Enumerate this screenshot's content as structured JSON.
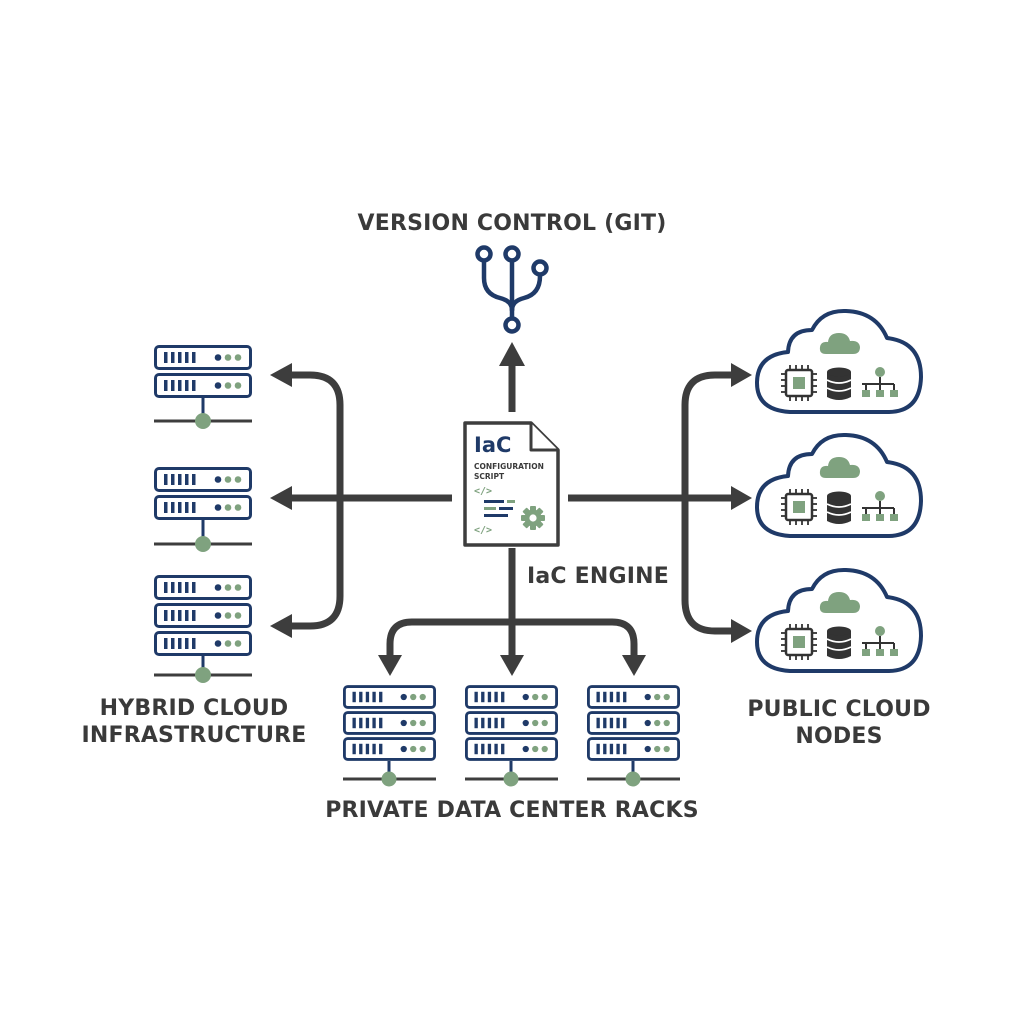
{
  "labels": {
    "version_control": "VERSION CONTROL (GIT)",
    "iac_engine": "IaC ENGINE",
    "hybrid_line1": "HYBRID CLOUD",
    "hybrid_line2": "INFRASTRUCTURE",
    "public_line1": "PUBLIC CLOUD",
    "public_line2": "NODES",
    "private_racks": "PRIVATE DATA CENTER RACKS"
  },
  "document": {
    "title": "IaC",
    "subtitle_line1": "CONFIGURATION",
    "subtitle_line2": "SCRIPT",
    "code_tag": "</>"
  },
  "icons": {
    "version_control": "git-branch-icon",
    "document": "config-script-document-icon",
    "gear": "gear-icon",
    "server": "server-rack-icon",
    "cloud": "cloud-node-icon",
    "cpu": "cpu-chip-icon",
    "database": "database-icon",
    "network": "network-tree-icon"
  },
  "colors": {
    "navy": "#1f3a68",
    "green": "#7fa27f",
    "arrow": "#3d3d3d",
    "text": "#3a3a3a"
  }
}
